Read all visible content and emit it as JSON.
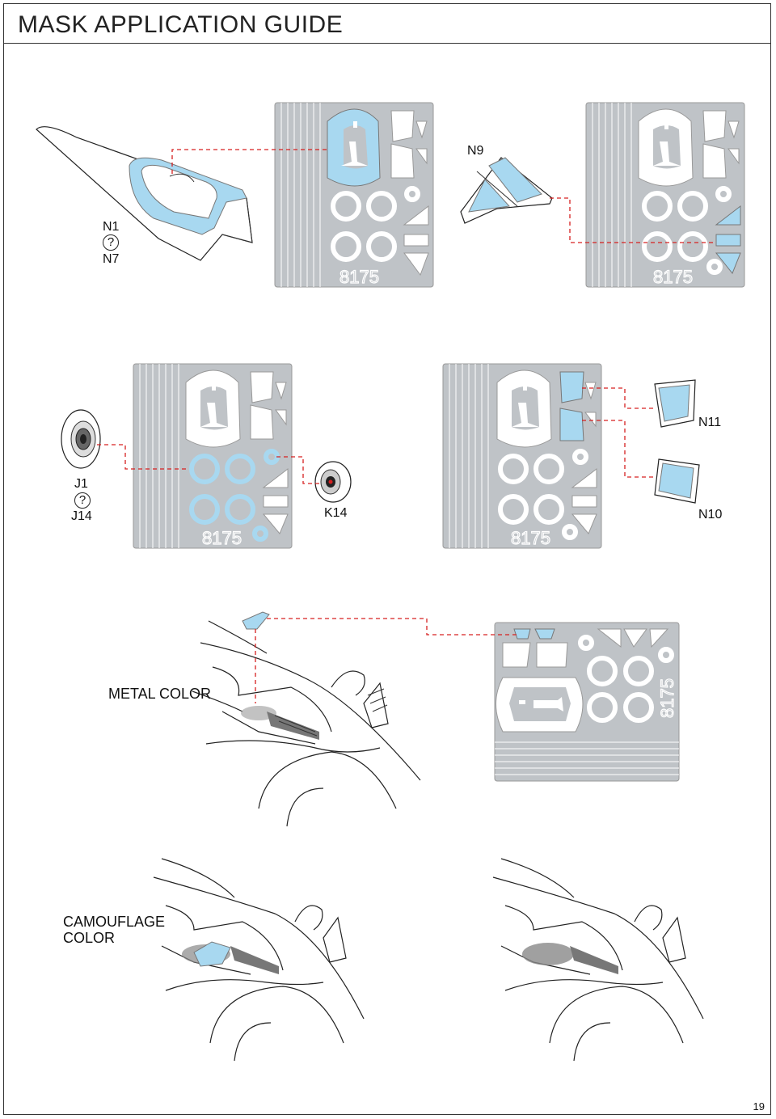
{
  "page": {
    "title": "MASK APPLICATION GUIDE",
    "number": "19"
  },
  "labels": {
    "n1": "N1",
    "n7": "N7",
    "n9": "N9",
    "n11": "N11",
    "n10": "N10",
    "j1": "J1",
    "j14": "J14",
    "k14": "K14",
    "question": "?",
    "metal": "METAL COLOR",
    "camo_line1": "CAMOUFLAGE",
    "camo_line2": "COLOR"
  },
  "sheet_number": "8175",
  "colors": {
    "mask_blue": "#a8d8f0",
    "sheet_grey": "#bfc3c7",
    "guide_red": "#d62020"
  }
}
